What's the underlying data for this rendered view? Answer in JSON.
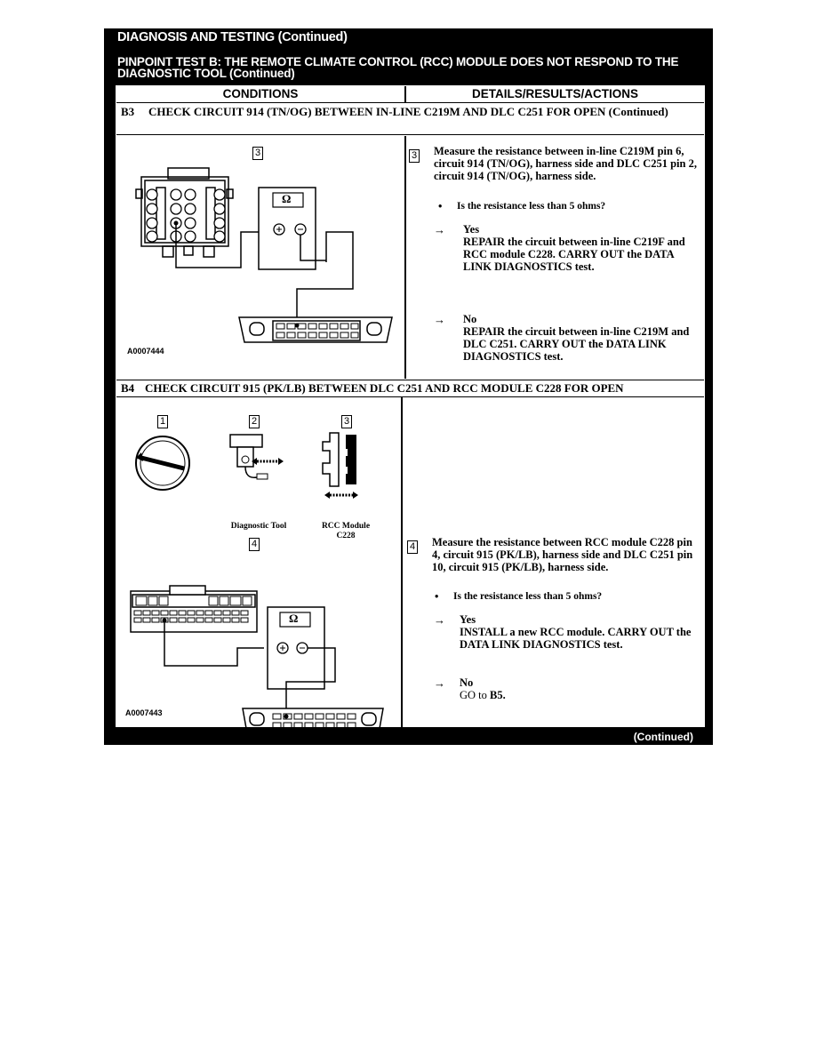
{
  "header": {
    "section_title": "DIAGNOSIS AND TESTING (Continued)",
    "pinpoint_title": "PINPOINT TEST B: THE REMOTE CLIMATE CONTROL (RCC) MODULE DOES NOT RESPOND TO THE DIAGNOSTIC TOOL (Continued)"
  },
  "columns": {
    "conditions": "CONDITIONS",
    "details": "DETAILS/RESULTS/ACTIONS"
  },
  "step_b3": {
    "id": "B3",
    "title": "CHECK CIRCUIT 914 (TN/OG) BETWEEN IN-LINE C219M AND DLC C251 FOR OPEN (Continued)",
    "figure_step": "3",
    "figure_id": "A0007444",
    "ohm_symbol": "Ω",
    "detail_step": "3",
    "instruction": "Measure the resistance between in-line C219M pin 6, circuit 914 (TN/OG), harness side and DLC C251 pin 2, circuit 914 (TN/OG), harness side.",
    "question": "Is the resistance less than 5 ohms?",
    "yes_label": "Yes",
    "yes_action": "REPAIR the circuit between in-line C219F and RCC module C228. CARRY OUT the DATA LINK DIAGNOSTICS test.",
    "no_label": "No",
    "no_action": "REPAIR the circuit between in-line C219M and DLC C251. CARRY OUT the DATA LINK DIAGNOSTICS test."
  },
  "step_b4": {
    "id": "B4",
    "title": "CHECK CIRCUIT 915 (PK/LB) BETWEEN DLC C251 AND RCC MODULE C228 FOR OPEN",
    "fig_steps": [
      "1",
      "2",
      "3",
      "4"
    ],
    "caption_tool": "Diagnostic Tool",
    "caption_module": "RCC Module C228",
    "figure_id": "A0007443",
    "ohm_symbol": "Ω",
    "detail_step": "4",
    "instruction": "Measure the resistance between RCC module C228 pin 4, circuit 915 (PK/LB), harness side and DLC C251 pin 10, circuit 915 (PK/LB), harness side.",
    "question": "Is the resistance less than 5 ohms?",
    "yes_label": "Yes",
    "yes_action": "INSTALL a new RCC module. CARRY OUT the DATA LINK DIAGNOSTICS test.",
    "no_label": "No",
    "no_action_prefix": "GO to ",
    "no_action_target": "B5",
    "no_action_suffix": "."
  },
  "footer": {
    "continued": "(Continued)"
  },
  "symbols": {
    "bullet": "•",
    "arrow": "→"
  }
}
